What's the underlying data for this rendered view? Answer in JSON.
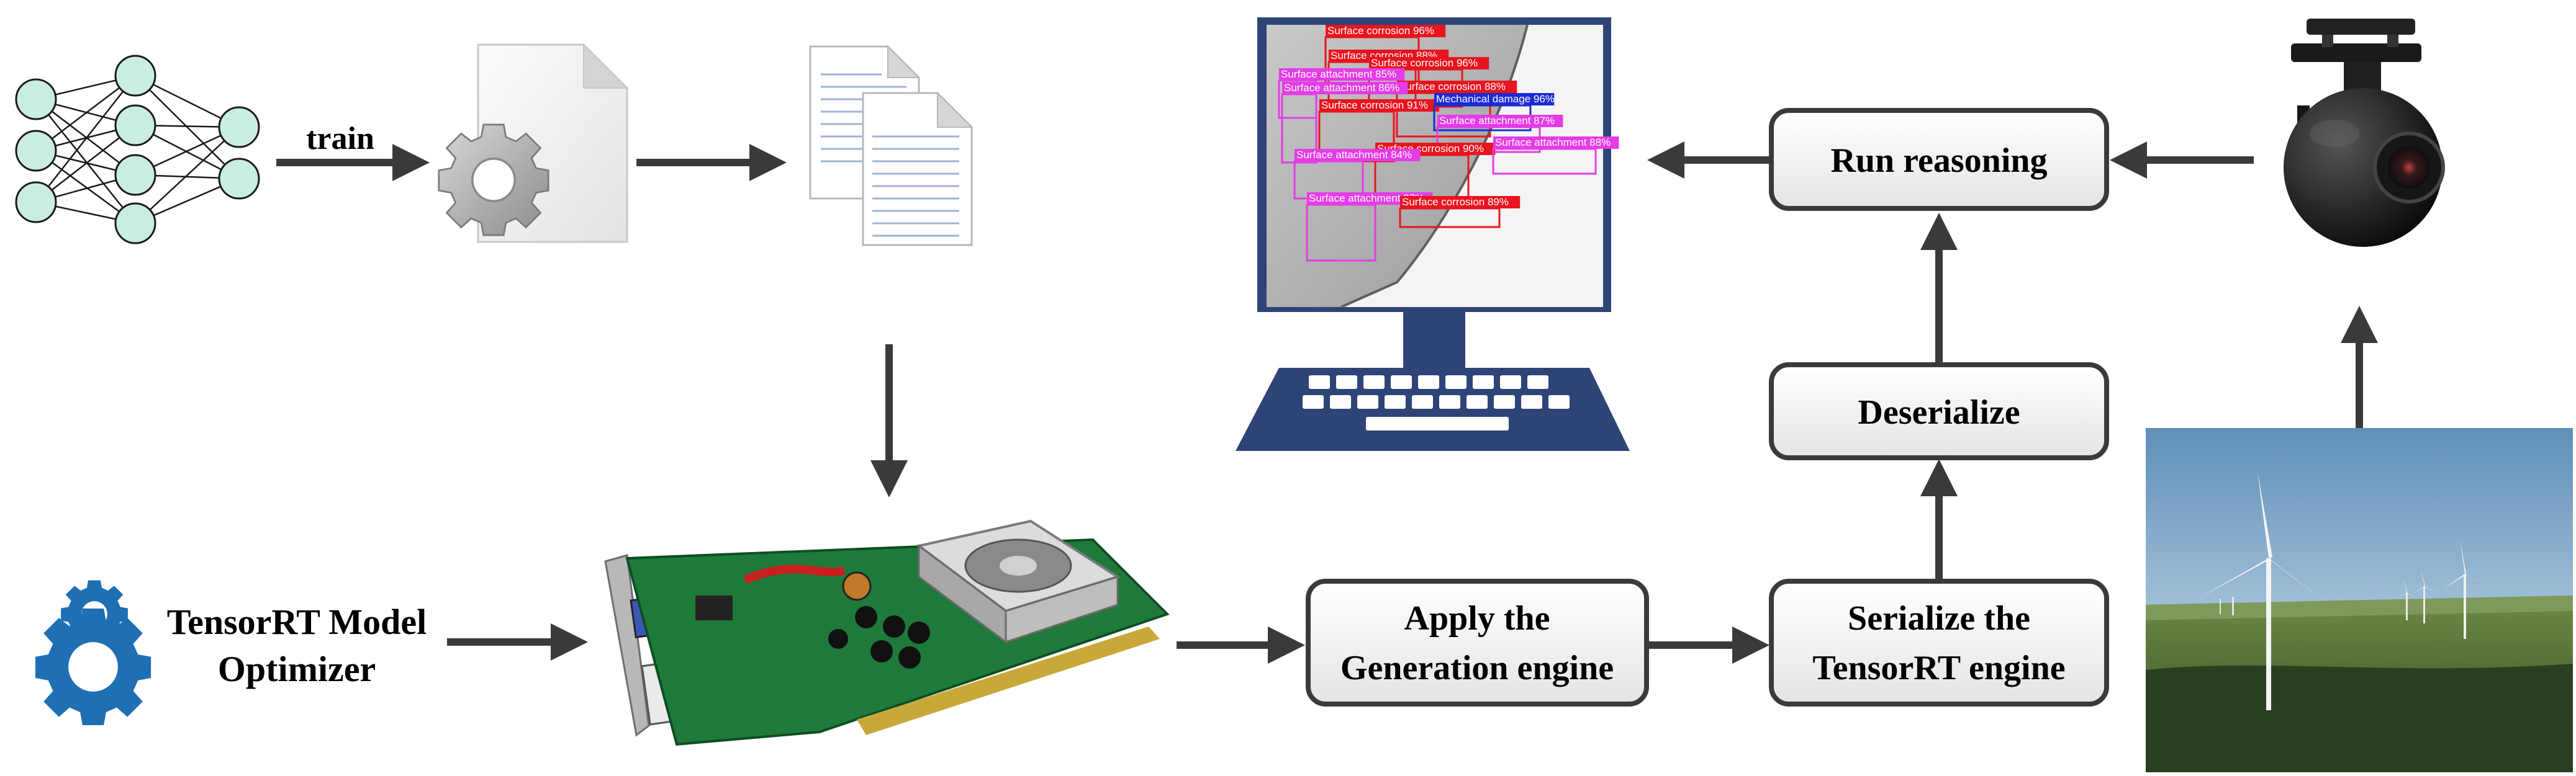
{
  "diagram": {
    "train_label": "train",
    "optimizer_label_line1": "TensorRT Model",
    "optimizer_label_line2": "Optimizer",
    "apply_line1": "Apply the",
    "apply_line2": "Generation engine",
    "serialize_line1": "Serialize the",
    "serialize_line2": "TensorRT engine",
    "deserialize": "Deserialize",
    "run_reasoning": "Run reasoning"
  },
  "detections": [
    {
      "text": "Surface corrosion 96%",
      "color": "#e8141e"
    },
    {
      "text": "Surface corrosion 88%",
      "color": "#e8141e"
    },
    {
      "text": "Surface corrosion 96%",
      "color": "#e8141e"
    },
    {
      "text": "Surface attachment 85%",
      "color": "#e43ce6"
    },
    {
      "text": "Surface corrosion 88%",
      "color": "#e8141e"
    },
    {
      "text": "Surface attachment 86%",
      "color": "#e43ce6"
    },
    {
      "text": "Surface corrosion 91%",
      "color": "#e8141e"
    },
    {
      "text": "Mechanical damage 96%",
      "color": "#1b2bd6"
    },
    {
      "text": "Surface attachment 87%",
      "color": "#e43ce6"
    },
    {
      "text": "Surface corrosion 90%",
      "color": "#e8141e"
    },
    {
      "text": "Surface attachment 88%",
      "color": "#e43ce6"
    },
    {
      "text": "Surface attachment 84%",
      "color": "#e43ce6"
    },
    {
      "text": "Surface attachment 87%",
      "color": "#e43ce6"
    },
    {
      "text": "Surface corrosion 89%",
      "color": "#e8141e"
    }
  ],
  "colors": {
    "arrow": "#3a3a3a",
    "box_border": "#3a3a3a",
    "box_fill_top": "#ffffff",
    "box_fill_bottom": "#e6e6e6",
    "monitor": "#2f4476",
    "node_fill": "#c9ece3",
    "gear_blue": "#1f6fb5"
  }
}
